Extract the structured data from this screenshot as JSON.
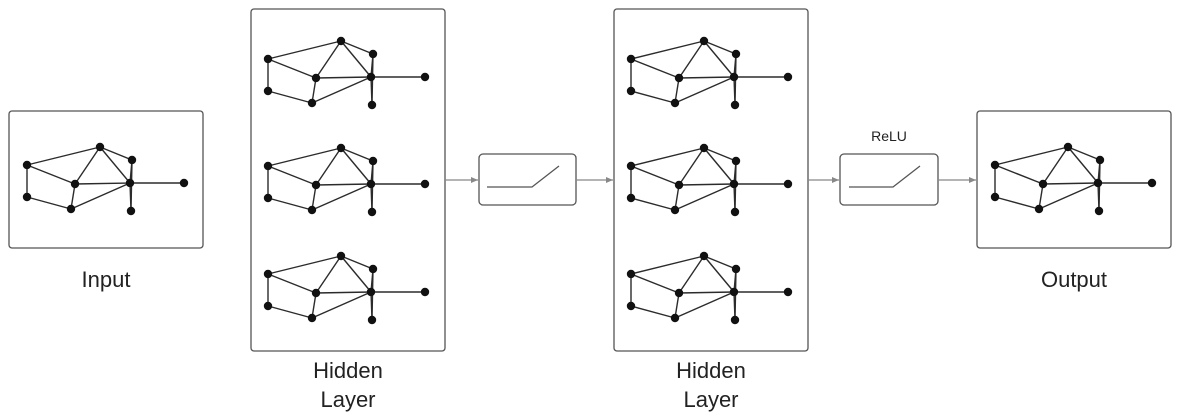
{
  "labels": {
    "input": "Input",
    "hidden_1_line1": "Hidden",
    "hidden_1_line2": "Layer",
    "hidden_2_line1": "Hidden",
    "hidden_2_line2": "Layer",
    "relu": "ReLU",
    "output": "Output"
  },
  "colors": {
    "stroke": "#2b2b2b",
    "node": "#111111",
    "box_border": "#555555",
    "arrow": "#888888",
    "text": "#222222"
  },
  "graph_icon": {
    "nodes": [
      "a",
      "b",
      "c",
      "d",
      "e",
      "f",
      "g",
      "h",
      "i"
    ],
    "edges": [
      [
        "a",
        "b"
      ],
      [
        "b",
        "c"
      ],
      [
        "a",
        "e"
      ],
      [
        "a",
        "d"
      ],
      [
        "b",
        "e"
      ],
      [
        "b",
        "f"
      ],
      [
        "c",
        "f"
      ],
      [
        "e",
        "f"
      ],
      [
        "f",
        "g"
      ],
      [
        "d",
        "h"
      ],
      [
        "e",
        "h"
      ],
      [
        "h",
        "f"
      ],
      [
        "f",
        "i"
      ],
      [
        "c",
        "i"
      ]
    ]
  }
}
